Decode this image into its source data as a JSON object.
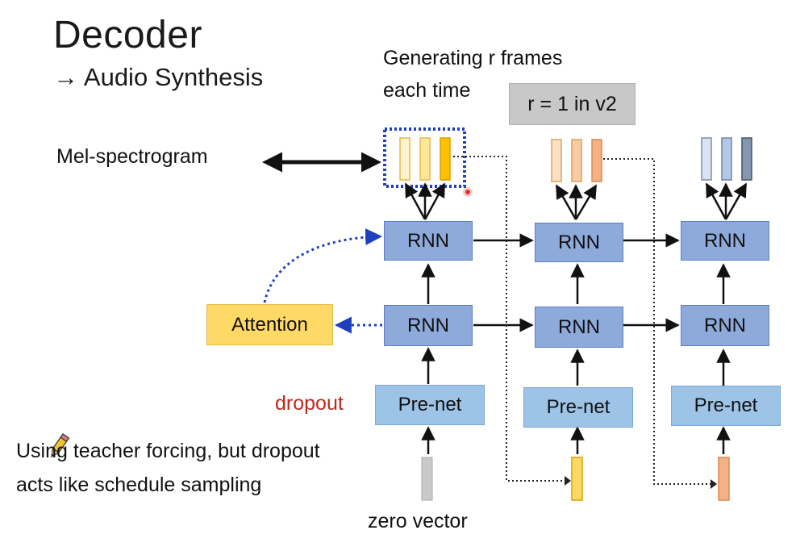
{
  "title": "Decoder",
  "subtitle": "→ Audio Synthesis",
  "generating_line1": "Generating r frames",
  "generating_line2": "each time",
  "r_box": "r = 1 in v2",
  "mel_label": "Mel-spectrogram",
  "rnn_label": "RNN",
  "prenet_label": "Pre-net",
  "attention_label": "Attention",
  "dropout_label": "dropout",
  "note_line1": "Using teacher forcing, but dropout",
  "note_line2": "acts like schedule sampling",
  "zero_vector_label": "zero vector",
  "colors": {
    "rnn": "#8eaadb",
    "prenet": "#9dc3e6",
    "attention": "#ffd966",
    "dropout": "#c0281e",
    "highlight_box": "#1f3fbf",
    "frames_step1": [
      "#fff2cc",
      "#ffe699",
      "#ffc000"
    ],
    "frames_step2": [
      "#fbe0c4",
      "#f8cba0",
      "#f4b183"
    ],
    "frames_step3": [
      "#dae3f3",
      "#b4c7e7",
      "#8497b0"
    ],
    "input_step1": "#c9c9c9",
    "input_step2": "#ffd966",
    "input_step3": "#f4b183"
  },
  "icons": [
    "pencil-cursor-icon",
    "laser-pointer-icon"
  ]
}
